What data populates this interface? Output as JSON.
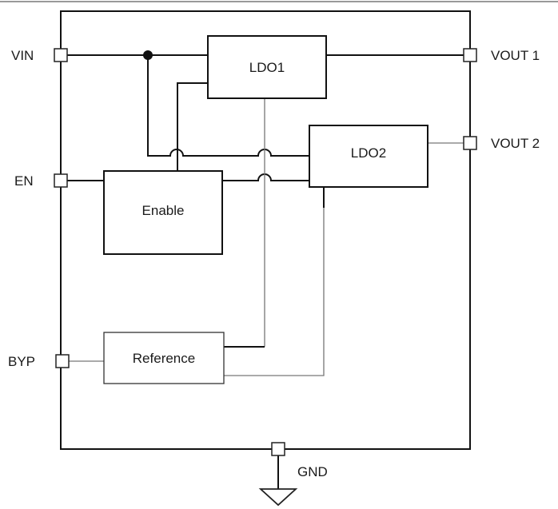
{
  "pins": {
    "vin": "VIN",
    "en": "EN",
    "byp": "BYP",
    "vout1": "VOUT 1",
    "vout2": "VOUT 2",
    "gnd": "GND"
  },
  "blocks": {
    "ldo1": "LDO1",
    "ldo2": "LDO2",
    "enable": "Enable",
    "reference": "Reference"
  }
}
